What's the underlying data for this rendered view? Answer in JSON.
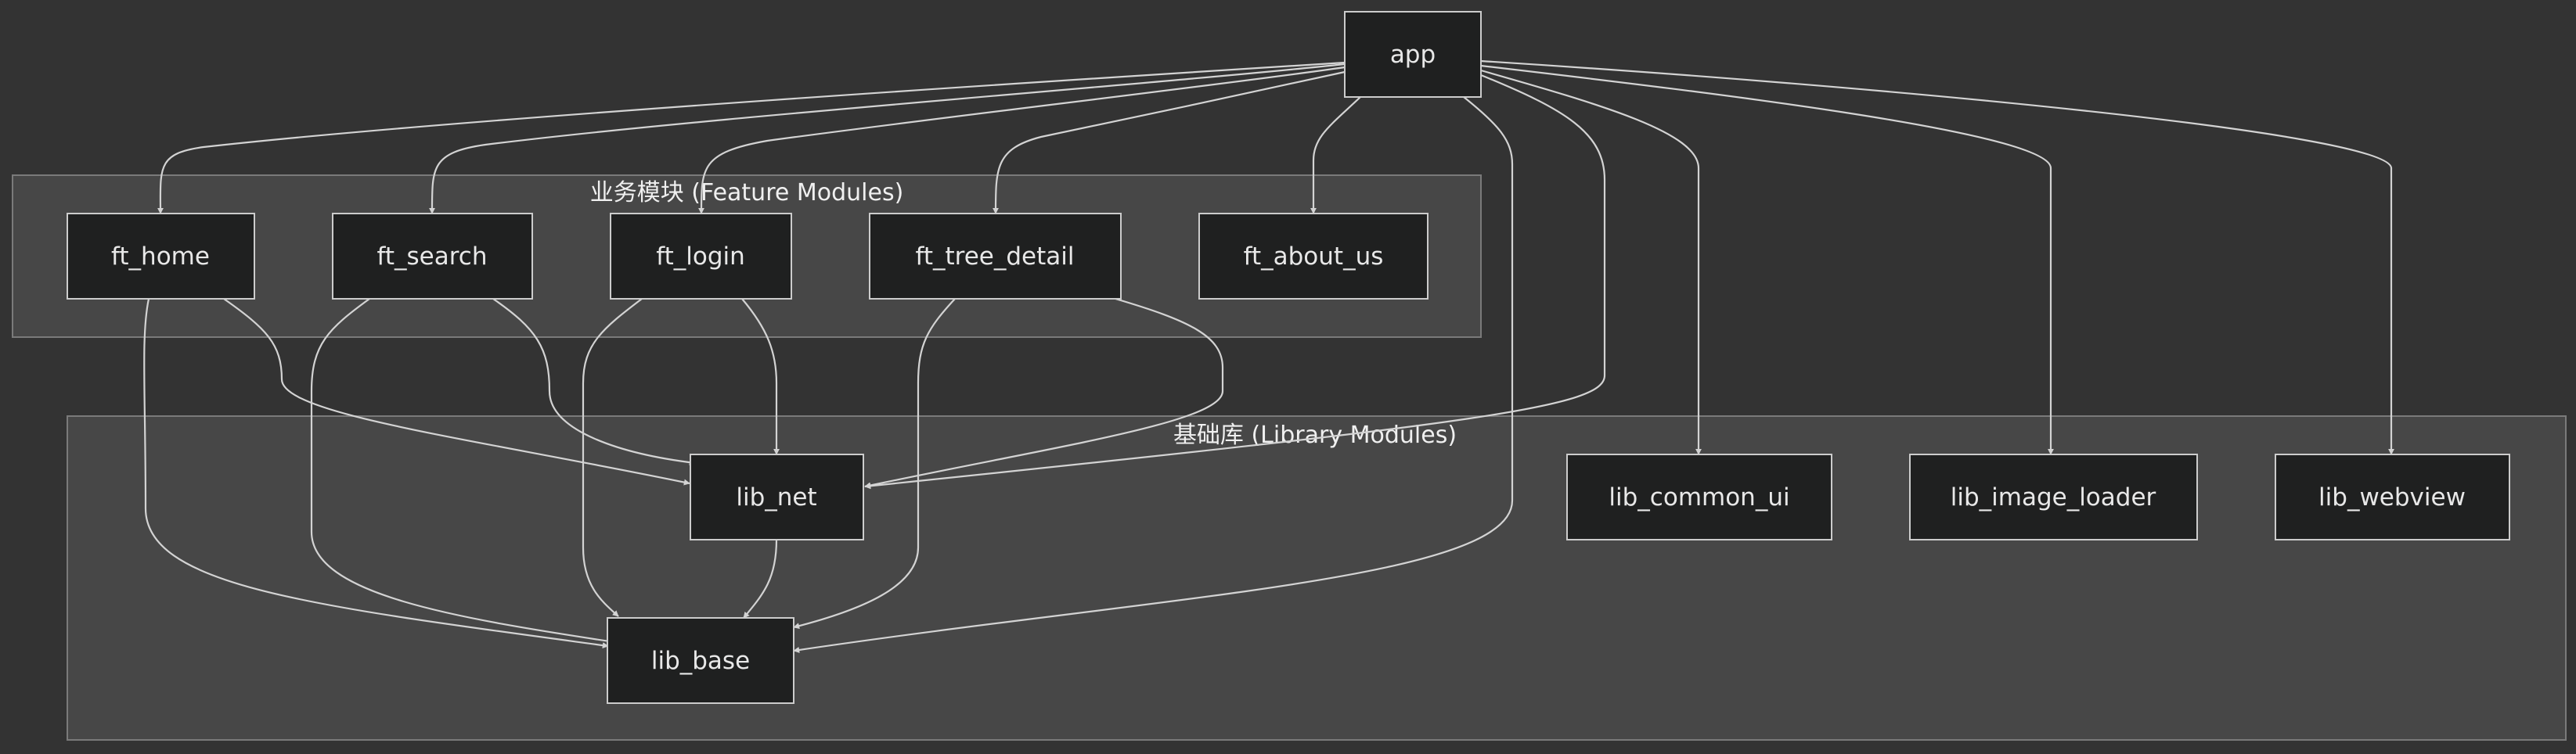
{
  "diagram": {
    "type": "flowchart",
    "colors": {
      "background": "#333333",
      "node_fill": "#1f2020",
      "node_border": "#cccccc",
      "edge": "#d3d3d3",
      "text": "#e8e8e8",
      "cluster_border": "#7a7a7a"
    },
    "clusters": [
      {
        "id": "feature",
        "label": "业务模块 (Feature Modules)"
      },
      {
        "id": "library",
        "label": "基础库 (Library Modules)"
      }
    ],
    "nodes": [
      {
        "id": "app",
        "label": "app"
      },
      {
        "id": "ft_home",
        "label": "ft_home",
        "cluster": "feature"
      },
      {
        "id": "ft_search",
        "label": "ft_search",
        "cluster": "feature"
      },
      {
        "id": "ft_login",
        "label": "ft_login",
        "cluster": "feature"
      },
      {
        "id": "ft_tree_detail",
        "label": "ft_tree_detail",
        "cluster": "feature"
      },
      {
        "id": "ft_about_us",
        "label": "ft_about_us",
        "cluster": "feature"
      },
      {
        "id": "lib_net",
        "label": "lib_net",
        "cluster": "library"
      },
      {
        "id": "lib_base",
        "label": "lib_base",
        "cluster": "library"
      },
      {
        "id": "lib_common_ui",
        "label": "lib_common_ui",
        "cluster": "library"
      },
      {
        "id": "lib_image_loader",
        "label": "lib_image_loader",
        "cluster": "library"
      },
      {
        "id": "lib_webview",
        "label": "lib_webview",
        "cluster": "library"
      }
    ],
    "edges": [
      {
        "from": "app",
        "to": "ft_home"
      },
      {
        "from": "app",
        "to": "ft_search"
      },
      {
        "from": "app",
        "to": "ft_login"
      },
      {
        "from": "app",
        "to": "ft_tree_detail"
      },
      {
        "from": "app",
        "to": "ft_about_us"
      },
      {
        "from": "app",
        "to": "lib_base"
      },
      {
        "from": "app",
        "to": "lib_net"
      },
      {
        "from": "app",
        "to": "lib_common_ui"
      },
      {
        "from": "app",
        "to": "lib_image_loader"
      },
      {
        "from": "app",
        "to": "lib_webview"
      },
      {
        "from": "ft_home",
        "to": "lib_base"
      },
      {
        "from": "ft_home",
        "to": "lib_net"
      },
      {
        "from": "ft_search",
        "to": "lib_base"
      },
      {
        "from": "ft_search",
        "to": "lib_net"
      },
      {
        "from": "ft_login",
        "to": "lib_base"
      },
      {
        "from": "ft_login",
        "to": "lib_net"
      },
      {
        "from": "ft_tree_detail",
        "to": "lib_base"
      },
      {
        "from": "ft_tree_detail",
        "to": "lib_net"
      },
      {
        "from": "lib_net",
        "to": "lib_base"
      }
    ]
  }
}
